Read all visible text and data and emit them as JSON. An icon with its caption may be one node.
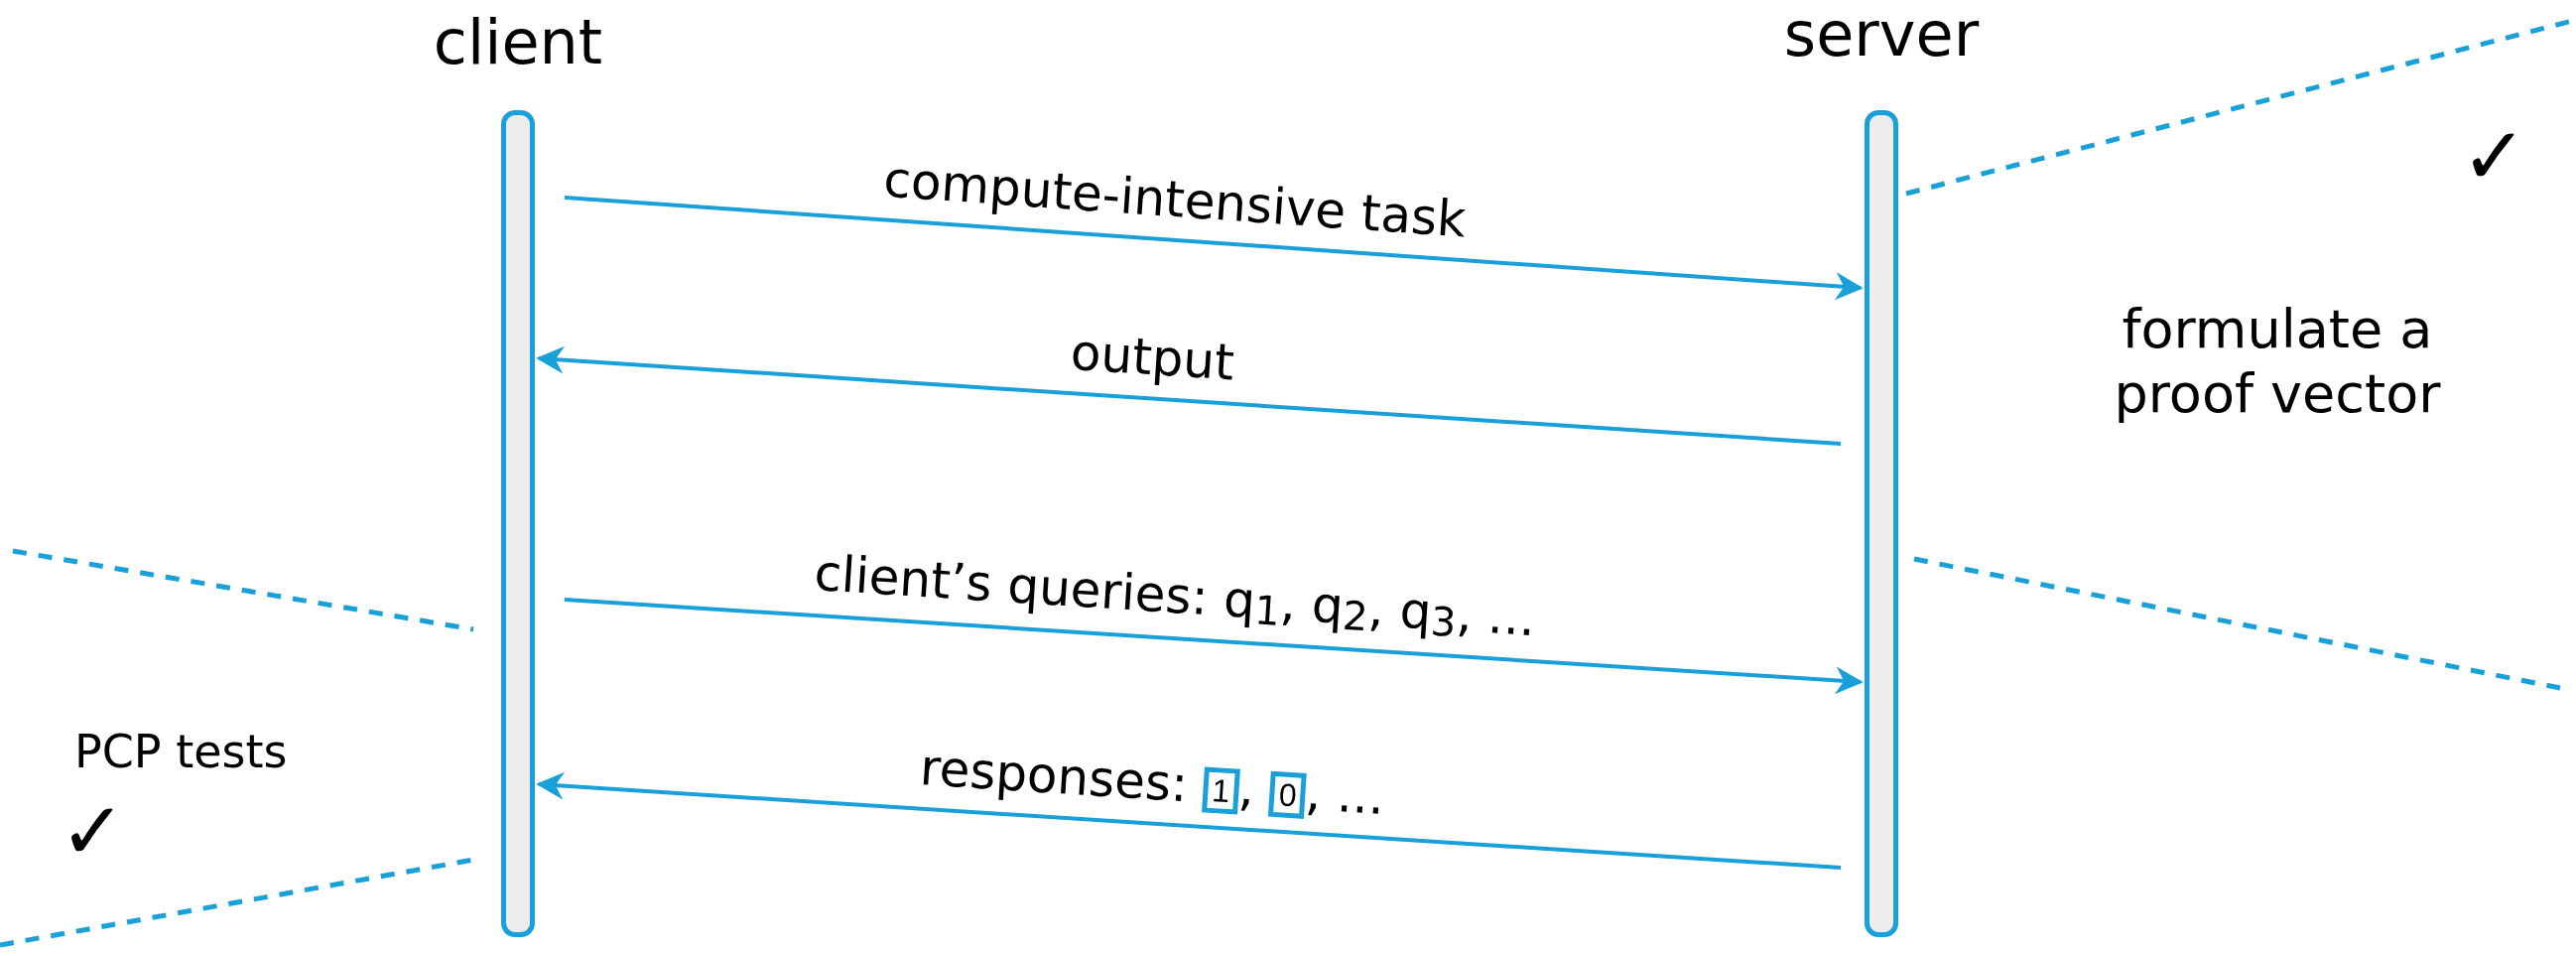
{
  "diagram": {
    "nodes": [
      {
        "text": [
          "client"
        ]
      },
      {
        "text": [
          "server"
        ]
      }
    ],
    "edges": [
      {
        "from": 0,
        "to": 1,
        "arrow": "to",
        "label": "compute-intensive task"
      },
      {
        "from": 1,
        "to": 0,
        "arrow": "to",
        "label": "output"
      },
      {
        "from": 0,
        "to": 1,
        "arrow": "to",
        "label": "client’s queries: q$_{1}$, q$_{2}$, q$_{3}$, ..."
      },
      {
        "from": 1,
        "to": 0,
        "arrow": "to",
        "label": "responses: 1, 0, ..."
      }
    ],
    "labels": [
      "✓",
      "formulate a proof vector",
      "PCP tests",
      "✓"
    ]
  }
}
